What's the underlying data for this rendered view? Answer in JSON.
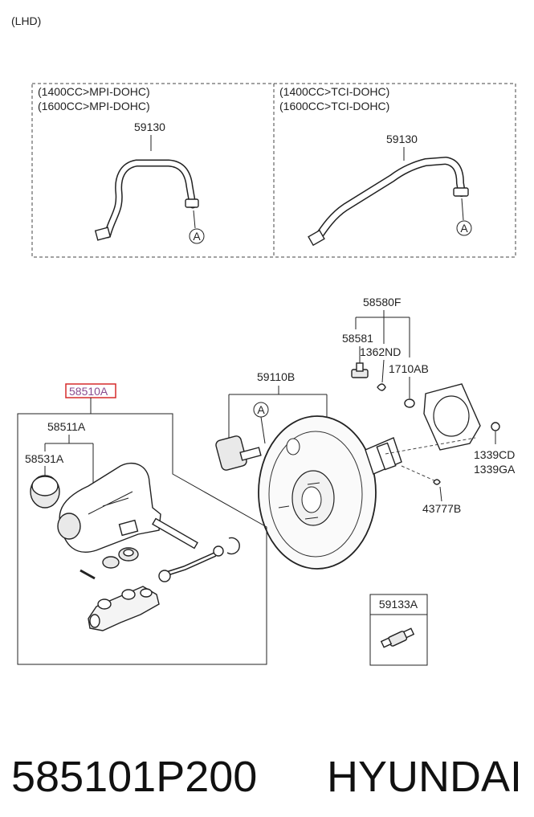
{
  "drive_side": "(LHD)",
  "variants": {
    "left": {
      "line1": "(1400CC>MPI-DOHC)",
      "line2": "(1600CC>MPI-DOHC)",
      "part": "59130",
      "ref": "A"
    },
    "right": {
      "line1": "(1400CC>TCI-DOHC)",
      "line2": "(1600CC>TCI-DOHC)",
      "part": "59130",
      "ref": "A"
    }
  },
  "booster": {
    "assembly": "58580F",
    "p1": "58581",
    "p2": "1362ND",
    "p3": "1710AB",
    "booster_part": "59110B",
    "ref": "A",
    "nut1": "1339CD",
    "nut2": "1339GA",
    "clip": "43777B"
  },
  "master_cylinder": {
    "highlight": "58510A",
    "reservoir": "58511A",
    "cap": "58531A",
    "highlight_color": "#d62b2b"
  },
  "valve_box": {
    "part": "59133A"
  },
  "footer": {
    "part_number": "585101P200",
    "brand": "HYUNDAI"
  }
}
